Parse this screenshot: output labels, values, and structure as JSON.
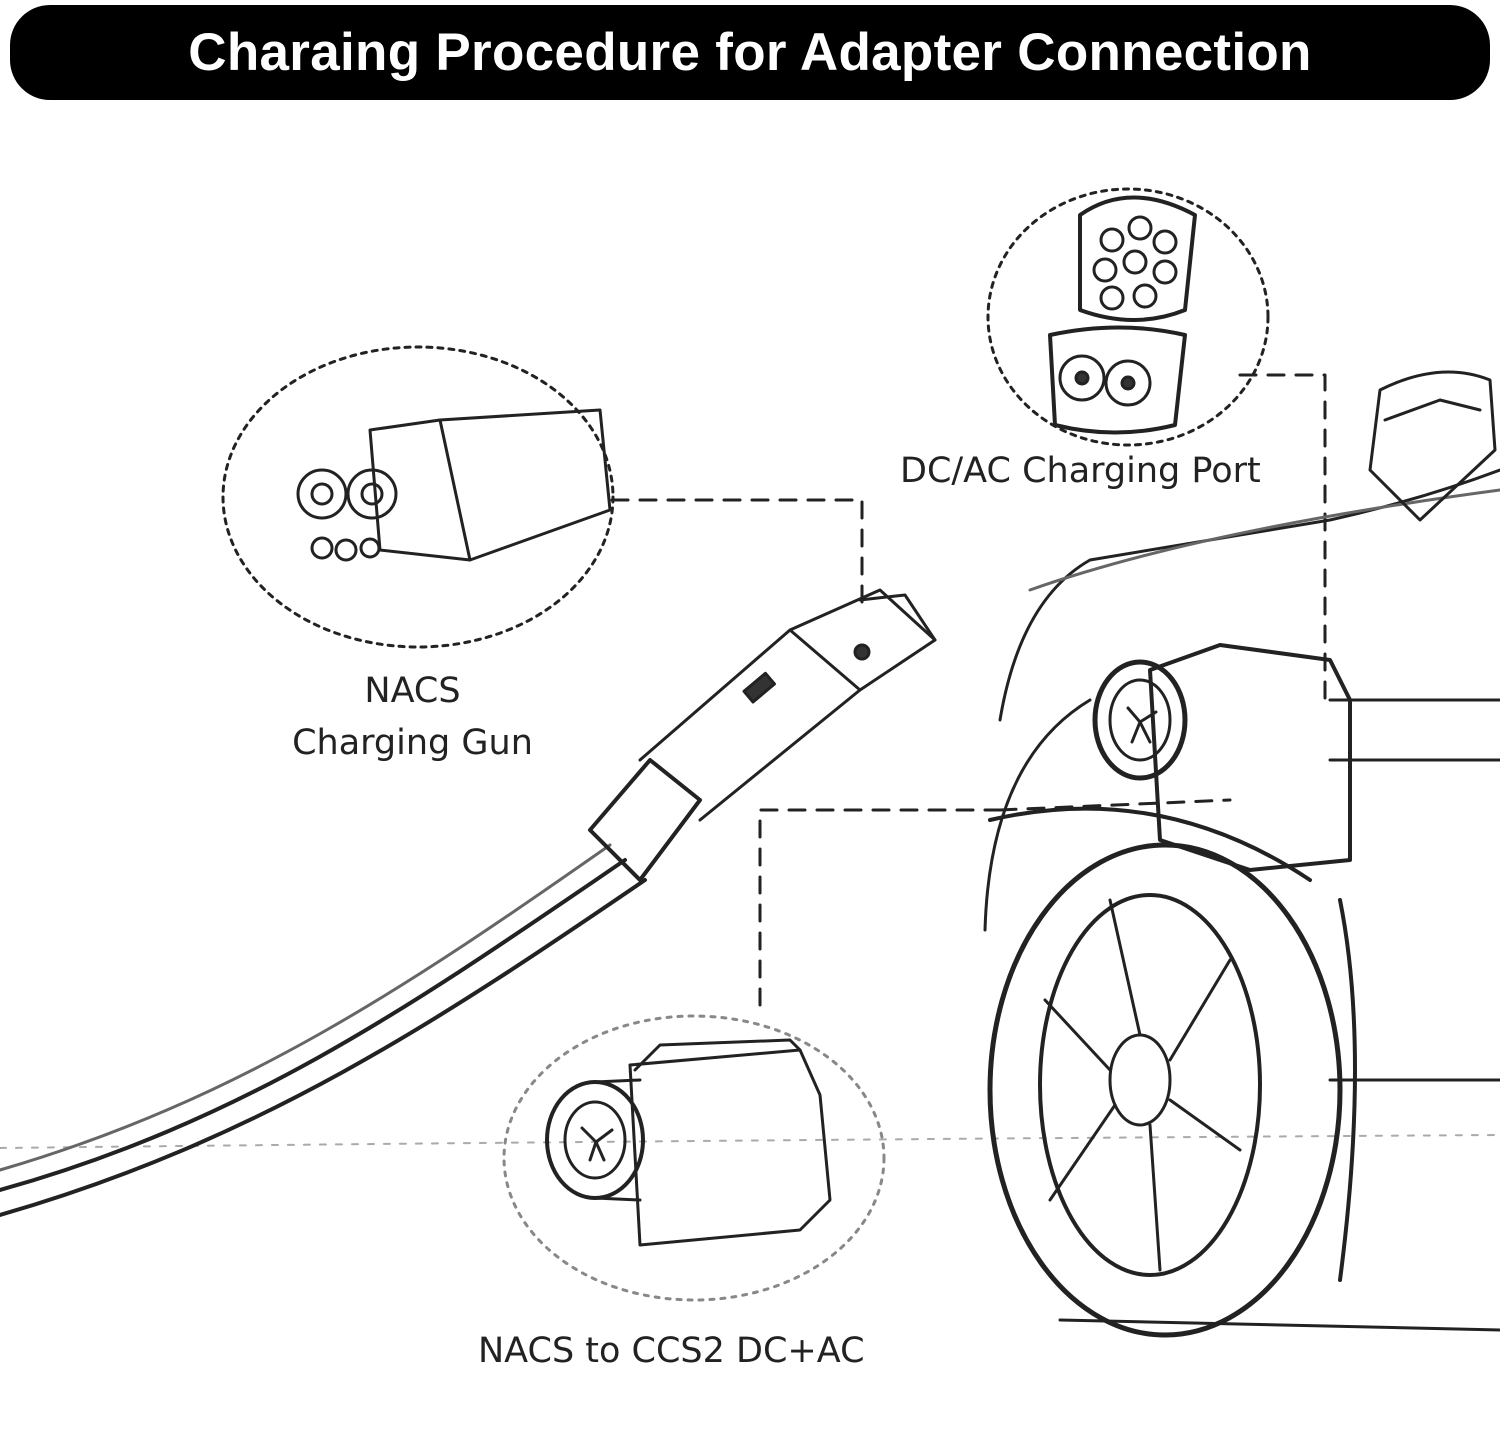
{
  "header": {
    "title": "Charaing Procedure for Adapter Connection"
  },
  "labels": {
    "gun_line1": "NACS",
    "gun_line2": "Charging Gun",
    "port": "DC/AC Charging Port",
    "adapter": "NACS to CCS2 DC+AC"
  },
  "colors": {
    "banner_bg": "#000000",
    "banner_text": "#ffffff",
    "ink": "#222222"
  }
}
